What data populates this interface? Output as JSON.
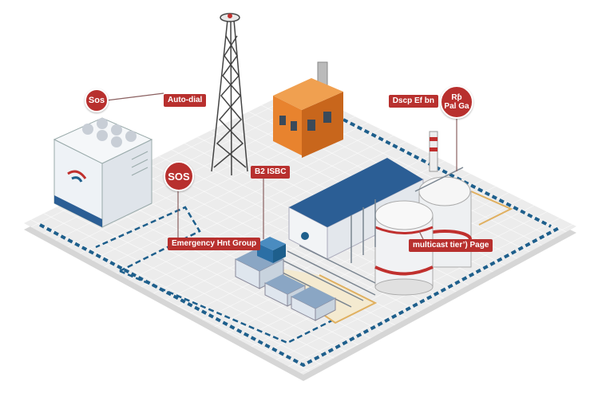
{
  "colors": {
    "accent": "#b8302e",
    "platform": "#ececec",
    "roof": "#2b5e95",
    "orange": "#e8832e",
    "pipe": "#1e5f8c"
  },
  "labels": {
    "sos_small": "Sos",
    "auto_dial": "Auto-dial",
    "sos_large": "SOS",
    "b2_isbc": "B2 ISBC",
    "emergency_hunt_group": "Emergency Hnt Group",
    "dscp": "Dscp Ef bn",
    "rp_pal_ga_line1": "Rƥ",
    "rp_pal_ga_line2": "Pal Ga",
    "multicast": "multicast tier’) Page"
  }
}
